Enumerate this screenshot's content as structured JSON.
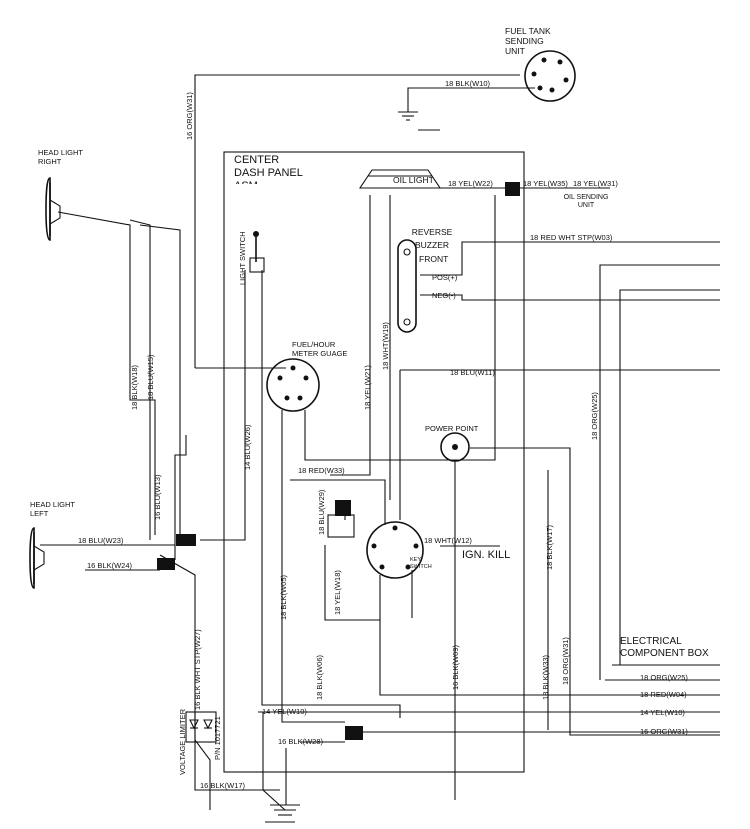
{
  "components": {
    "fuel_tank": "FUEL TANK SENDING UNIT",
    "head_light_right": "HEAD LIGHT RIGHT",
    "head_light_left": "HEAD LIGHT LEFT",
    "center_dash": "CENTER DASH PANEL ASM.",
    "oil_light": "OIL LIGHT",
    "oil_sending": "OIL SENDING UNIT",
    "reverse_buzzer": "REVERSE BUZZER",
    "front": "FRONT",
    "pos": "POS(+)",
    "neg": "NEG(-)",
    "light_switch": "LIGHT SWITCH",
    "fuel_hour": "FUEL/HOUR METER GUAGE",
    "power_point": "POWER POINT",
    "ign_kill": "IGN. KILL",
    "key_switch": "KEY SWITCH",
    "electrical_box": "ELECTRICAL COMPONENT BOX",
    "voltage_limiter": "VOLTAGE LIMITER",
    "part_number": "P/N 1017721"
  },
  "wires": {
    "w_18_blk_w10": "18 BLK(W10)",
    "w_16_org_w31": "16 ORG(W31)",
    "w_18_yel_w22": "18 YEL(W22)",
    "w_18_yel_w35": "18 YEL(W35)",
    "w_18_yel_w31": "18 YEL(W31)",
    "w_18_red_wht_stp_w03": "18 RED WHT STP(W03)",
    "w_18_blk_w18": "18 BLK(W18)",
    "w_18_blu_w15": "18 BLU(W15)",
    "w_16_blu_w13": "16 BLU(W13)",
    "w_18_blu_w23": "18 BLU(W23)",
    "w_16_blk_w24": "16 BLK(W24)",
    "w_14_blu_w26": "14 BLU(W26)",
    "w_18_yel_w21": "18 YEL(W21)",
    "w_18_wht_w19": "18 WHT(W19)",
    "w_18_blu_w11": "18 BLU(W11)",
    "w_18_red_w33": "18 RED(W33)",
    "w_18_blu_w29": "18 BLU(W29)",
    "w_18_blk_w05": "18 BLK(W05)",
    "w_18_yel_w18": "18 YEL(W18)",
    "w_18_wht_w12": "18 WHT(W12)",
    "w_18_org_w25": "18 ORG(W25)",
    "w_18_blk_w17": "18 BLK(W17)",
    "w_18_blk_w06": "18 BLK(W06)",
    "w_16_blk_w09": "16 BLK(W09)",
    "w_18_blk_w33": "18 BLK(W33)",
    "w_18_org_w31": "18 ORG(W31)",
    "w_16_blk_wht_stp_w27": "16 BLK WHT STP(W27)",
    "w_18_org_w25_b": "18 ORG(W25)",
    "w_18_red_w04": "18 RED(W04)",
    "w_14_yel_w10": "14 YEL(W10)",
    "w_16_org_w31_b": "16 ORG(W31)",
    "w_14_yel_w10_b": "14 YEL(W10)",
    "w_16_blk_w28": "16 BLK(W28)",
    "w_16_blk_w17": "16 BLK(W17)"
  }
}
